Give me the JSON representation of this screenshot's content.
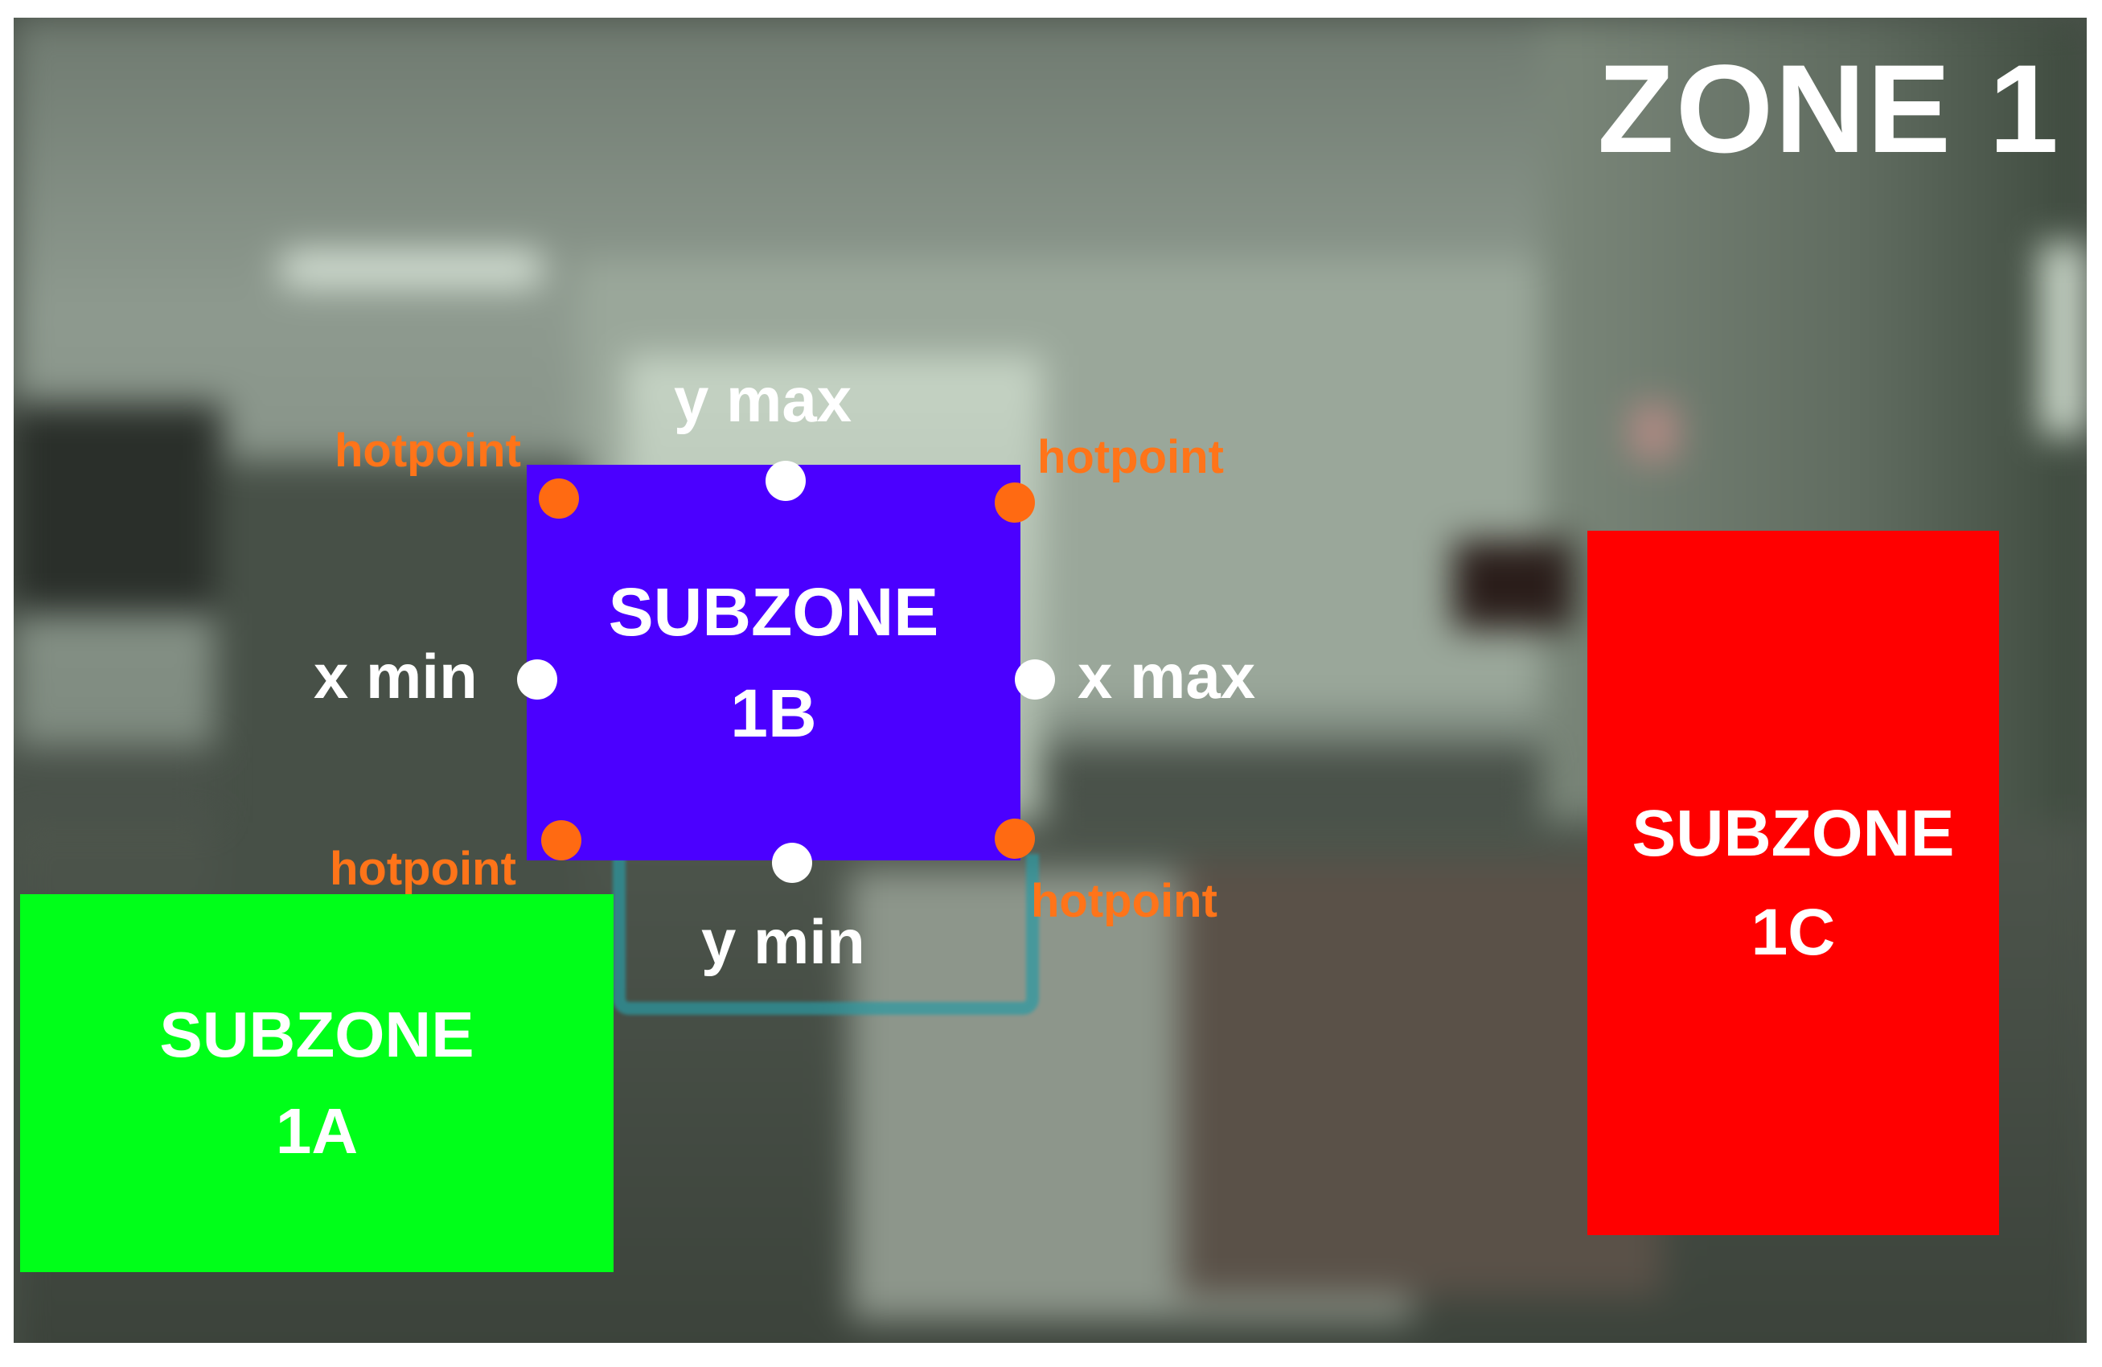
{
  "zone": {
    "title": "ZONE 1"
  },
  "subzones": {
    "a": {
      "line1": "SUBZONE",
      "line2": "1A",
      "color": "#00ff19"
    },
    "b": {
      "line1": "SUBZONE",
      "line2": "1B",
      "color": "#4b00ff"
    },
    "c": {
      "line1": "SUBZONE",
      "line2": "1C",
      "color": "#ff0000"
    }
  },
  "labels": {
    "y_max": "y max",
    "y_min": "y min",
    "x_min": "x min",
    "x_max": "x max",
    "hotpoint": "hotpoint"
  },
  "colors": {
    "boundary_point": "#ffffff",
    "hotpoint": "#ff6a12"
  }
}
